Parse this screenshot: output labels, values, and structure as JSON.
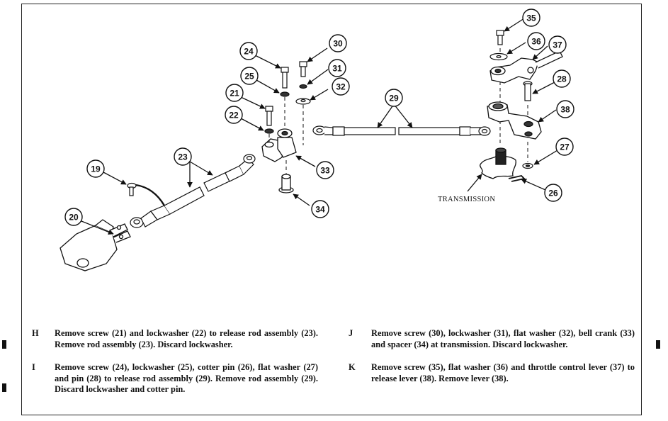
{
  "figure": {
    "callouts": [
      {
        "id": "19",
        "label": "19"
      },
      {
        "id": "20",
        "label": "20"
      },
      {
        "id": "21",
        "label": "21"
      },
      {
        "id": "22",
        "label": "22"
      },
      {
        "id": "23",
        "label": "23"
      },
      {
        "id": "24",
        "label": "24"
      },
      {
        "id": "25",
        "label": "25"
      },
      {
        "id": "26",
        "label": "26"
      },
      {
        "id": "27",
        "label": "27"
      },
      {
        "id": "28",
        "label": "28"
      },
      {
        "id": "29",
        "label": "29"
      },
      {
        "id": "30",
        "label": "30"
      },
      {
        "id": "31",
        "label": "31"
      },
      {
        "id": "32",
        "label": "32"
      },
      {
        "id": "33",
        "label": "33"
      },
      {
        "id": "34",
        "label": "34"
      },
      {
        "id": "35",
        "label": "35"
      },
      {
        "id": "36",
        "label": "36"
      },
      {
        "id": "37",
        "label": "37"
      },
      {
        "id": "38",
        "label": "38"
      }
    ],
    "transmission_label": "TRANSMISSION"
  },
  "steps": [
    {
      "letter": "H",
      "text": "Remove screw (21) and lockwasher (22) to release rod assembly (23). Remove rod assembly (23). Discard lockwasher."
    },
    {
      "letter": "I",
      "text": "Remove screw (24), lockwasher (25), cotter pin (26), flat washer (27) and pin (28) to release rod assembly (29). Remove rod assembly (29). Discard lockwasher and cotter pin."
    },
    {
      "letter": "J",
      "text": "Remove screw (30), lockwasher (31), flat washer (32), bell crank (33) and spacer (34) at transmission. Discard lockwasher."
    },
    {
      "letter": "K",
      "text": "Remove screw (35), flat washer (36) and throttle control lever (37) to release lever (38). Remove lever (38)."
    }
  ]
}
